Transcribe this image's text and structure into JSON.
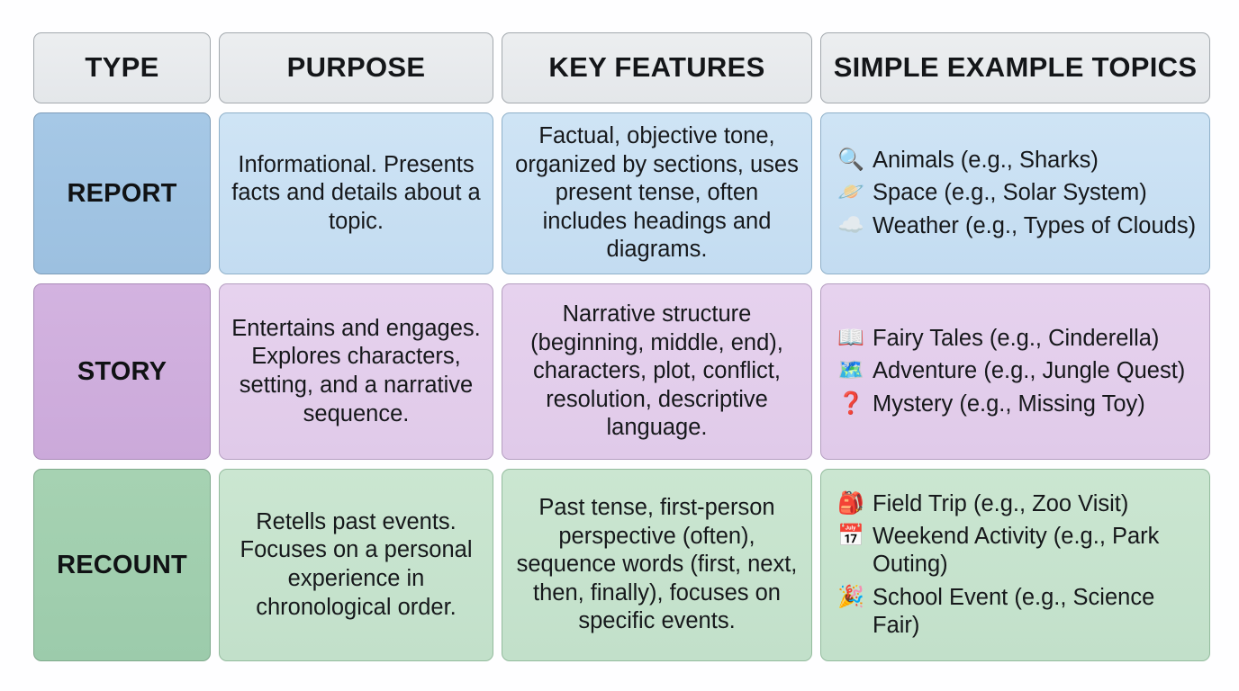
{
  "table": {
    "headers": [
      {
        "label": "TYPE"
      },
      {
        "label": "PURPOSE"
      },
      {
        "label": "KEY FEATURES"
      },
      {
        "label": "SIMPLE EXAMPLE TOPICS"
      }
    ],
    "rows": [
      {
        "type": "REPORT",
        "purpose": "Informational. Presents facts and details about a topic.",
        "key_features": "Factual, objective tone, organized by sections, uses present tense, often includes headings and diagrams.",
        "examples": [
          {
            "icon": "magnifying-glass-icon",
            "emoji": "🔍",
            "label": "Animals (e.g., Sharks)"
          },
          {
            "icon": "ringed-planet-icon",
            "emoji": "🪐",
            "label": "Space (e.g., Solar System)"
          },
          {
            "icon": "cloud-icon",
            "emoji": "☁️",
            "label": "Weather (e.g., Types of Clouds)"
          }
        ],
        "colors": {
          "type_cell": "#a2c5e4",
          "body_cell": "#c9e1f4",
          "border": "#7d9cb8"
        }
      },
      {
        "type": "STORY",
        "purpose": "Entertains and engages. Explores characters, setting, and a narrative sequence.",
        "key_features": "Narrative structure (beginning, middle, end), characters, plot, conflict, resolution, descriptive language.",
        "examples": [
          {
            "icon": "open-book-icon",
            "emoji": "📖",
            "label": "Fairy Tales (e.g., Cinderella)"
          },
          {
            "icon": "world-map-icon",
            "emoji": "🗺️",
            "label": "Adventure (e.g., Jungle Quest)"
          },
          {
            "icon": "question-mark-icon",
            "emoji": "❓",
            "label": "Mystery (e.g., Missing Toy)"
          }
        ],
        "colors": {
          "type_cell": "#cfaedd",
          "body_cell": "#e3cfec",
          "border": "#a98bb8"
        }
      },
      {
        "type": "RECOUNT",
        "purpose": "Retells past events. Focuses on a personal experience in chronological order.",
        "key_features": "Past tense, first-person perspective (often), sequence words (first, next, then, finally), focuses on specific events.",
        "examples": [
          {
            "icon": "backpack-icon",
            "emoji": "🎒",
            "label": "Field Trip (e.g., Zoo Visit)"
          },
          {
            "icon": "calendar-icon",
            "emoji": "📅",
            "label": "Weekend Activity (e.g., Park Outing)"
          },
          {
            "icon": "party-popper-icon",
            "emoji": "🎉",
            "label": "School Event (e.g., Science Fair)"
          }
        ],
        "colors": {
          "type_cell": "#a2cfaf",
          "body_cell": "#c7e3ce",
          "border": "#7fa98c"
        }
      }
    ]
  },
  "theme": {
    "page_background": "#ffffff",
    "header_background": "#e8eaec",
    "header_border": "#a3a9ae",
    "text_color": "#141619"
  }
}
